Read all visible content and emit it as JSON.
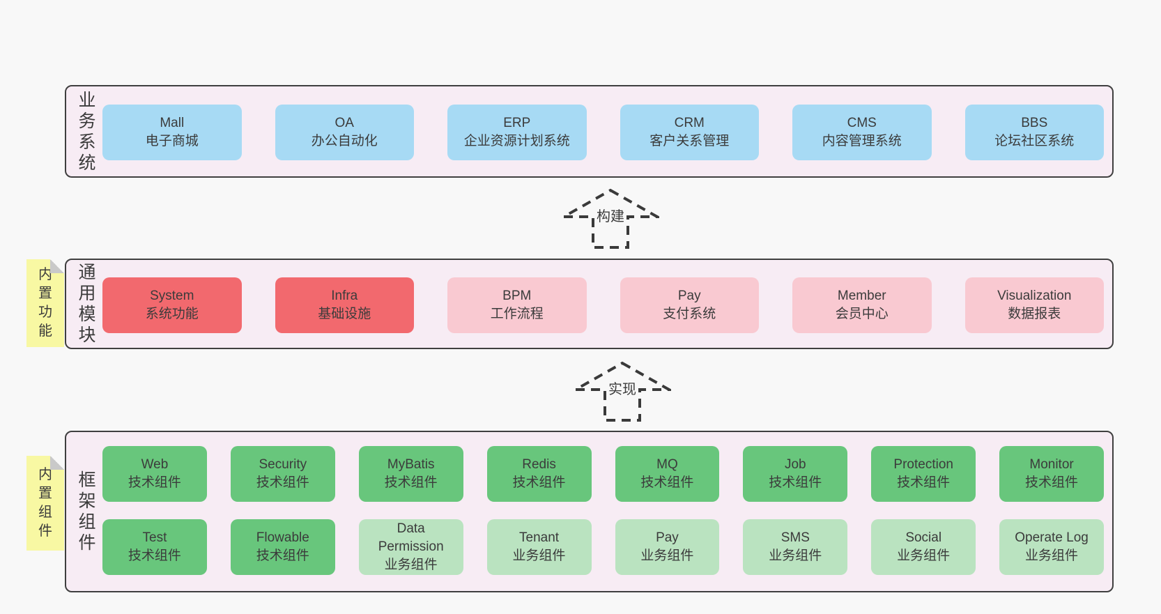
{
  "colors": {
    "page_bg": "#f8f8f8",
    "panel_bg": "#f7ecf4",
    "panel_border": "#3f3f3f",
    "blue_box": "#a7daf4",
    "red_box": "#f2696e",
    "pink_box": "#f9c9d1",
    "green_dark_box": "#68c67c",
    "green_light_box": "#bae3c0",
    "note_bg": "#f8f8a3",
    "note_fold": "#c9c9c9",
    "text": "#3b3b3b"
  },
  "arrows": {
    "build": {
      "label": "构建"
    },
    "implement": {
      "label": "实现"
    }
  },
  "sections": {
    "business": {
      "label": "业务系统",
      "boxes": [
        {
          "name": "Mall",
          "desc": "电子商城"
        },
        {
          "name": "OA",
          "desc": "办公自动化"
        },
        {
          "name": "ERP",
          "desc": "企业资源计划系统"
        },
        {
          "name": "CRM",
          "desc": "客户关系管理"
        },
        {
          "name": "CMS",
          "desc": "内容管理系统"
        },
        {
          "name": "BBS",
          "desc": "论坛社区系统"
        }
      ]
    },
    "modules": {
      "label": "通用模块",
      "note": "内置功能",
      "boxes": [
        {
          "name": "System",
          "desc": "系统功能"
        },
        {
          "name": "Infra",
          "desc": "基础设施"
        },
        {
          "name": "BPM",
          "desc": "工作流程"
        },
        {
          "name": "Pay",
          "desc": "支付系统"
        },
        {
          "name": "Member",
          "desc": "会员中心"
        },
        {
          "name": "Visualization",
          "desc": "数据报表"
        }
      ]
    },
    "framework": {
      "label": "框架组件",
      "note": "内置组件",
      "row1": [
        {
          "name": "Web",
          "desc": "技术组件"
        },
        {
          "name": "Security",
          "desc": "技术组件"
        },
        {
          "name": "MyBatis",
          "desc": "技术组件"
        },
        {
          "name": "Redis",
          "desc": "技术组件"
        },
        {
          "name": "MQ",
          "desc": "技术组件"
        },
        {
          "name": "Job",
          "desc": "技术组件"
        },
        {
          "name": "Protection",
          "desc": "技术组件"
        },
        {
          "name": "Monitor",
          "desc": "技术组件"
        }
      ],
      "row2": [
        {
          "name": "Test",
          "desc": "技术组件"
        },
        {
          "name": "Flowable",
          "desc": "技术组件"
        },
        {
          "name": "Data Permission",
          "desc": "业务组件"
        },
        {
          "name": "Tenant",
          "desc": "业务组件"
        },
        {
          "name": "Pay",
          "desc": "业务组件"
        },
        {
          "name": "SMS",
          "desc": "业务组件"
        },
        {
          "name": "Social",
          "desc": "业务组件"
        },
        {
          "name": "Operate Log",
          "desc": "业务组件"
        }
      ]
    }
  }
}
